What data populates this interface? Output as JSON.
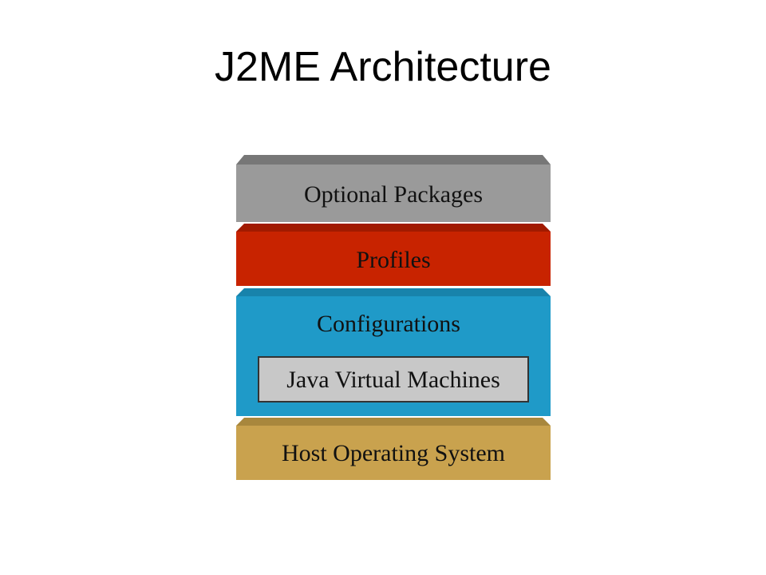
{
  "title": "J2ME Architecture",
  "layers": [
    {
      "id": "optional-packages",
      "label": "Optional Packages",
      "color": "#9a9a9a",
      "top_color": "#777777"
    },
    {
      "id": "profiles",
      "label": "Profiles",
      "color": "#c82300",
      "top_color": "#a11a00"
    },
    {
      "id": "configurations",
      "label": "Configurations",
      "color": "#1f9ac8",
      "top_color": "#1883ab"
    },
    {
      "id": "host-os",
      "label": "Host Operating System",
      "color": "#c9a24e",
      "top_color": "#a8873d"
    }
  ],
  "inner_box": {
    "label": "Java Virtual Machines",
    "color": "#c8c8c8",
    "border_color": "#333333"
  }
}
